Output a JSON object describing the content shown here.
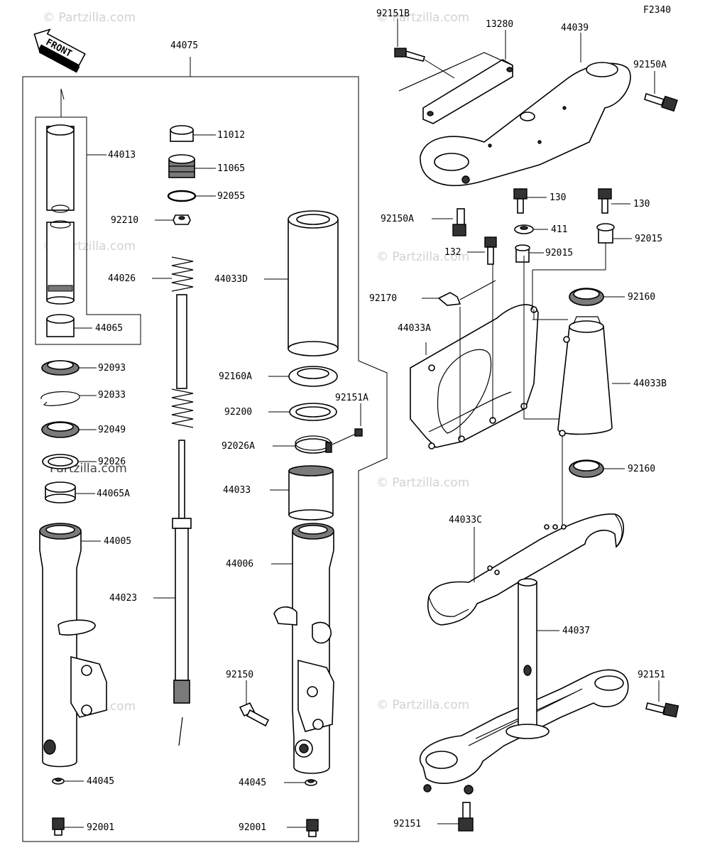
{
  "diagram_code": "F2340",
  "front_label": "FRONT",
  "watermark_text": "© Partzilla.com",
  "watermark_text_dark": "Partzilla.com",
  "parts": {
    "p44075": "44075",
    "p44013": "44013",
    "p44065": "44065",
    "p92093": "92093",
    "p92033": "92033",
    "p92049": "92049",
    "p92026": "92026",
    "p44065A": "44065A",
    "p44005": "44005",
    "p44045_left": "44045",
    "p92001_left": "92001",
    "p11012": "11012",
    "p11065": "11065",
    "p92055": "92055",
    "p92210": "92210",
    "p44026": "44026",
    "p44023": "44023",
    "p44033D": "44033D",
    "p92160A": "92160A",
    "p92200": "92200",
    "p92151A": "92151A",
    "p92026A": "92026A",
    "p44033": "44033",
    "p44006": "44006",
    "p92150": "92150",
    "p44045_right": "44045",
    "p92001_right": "92001",
    "p92151B": "92151B",
    "p13280": "13280",
    "p44039": "44039",
    "p92150A_top": "92150A",
    "p92150A_left": "92150A",
    "p130_a": "130",
    "p130_b": "130",
    "p411": "411",
    "p92015_a": "92015",
    "p92015_b": "92015",
    "p132": "132",
    "p92170": "92170",
    "p92160_top": "92160",
    "p44033A": "44033A",
    "p44033B": "44033B",
    "p92160_bottom": "92160",
    "p44033C": "44033C",
    "p44037": "44037",
    "p92151_right": "92151",
    "p92151_bottom": "92151"
  }
}
